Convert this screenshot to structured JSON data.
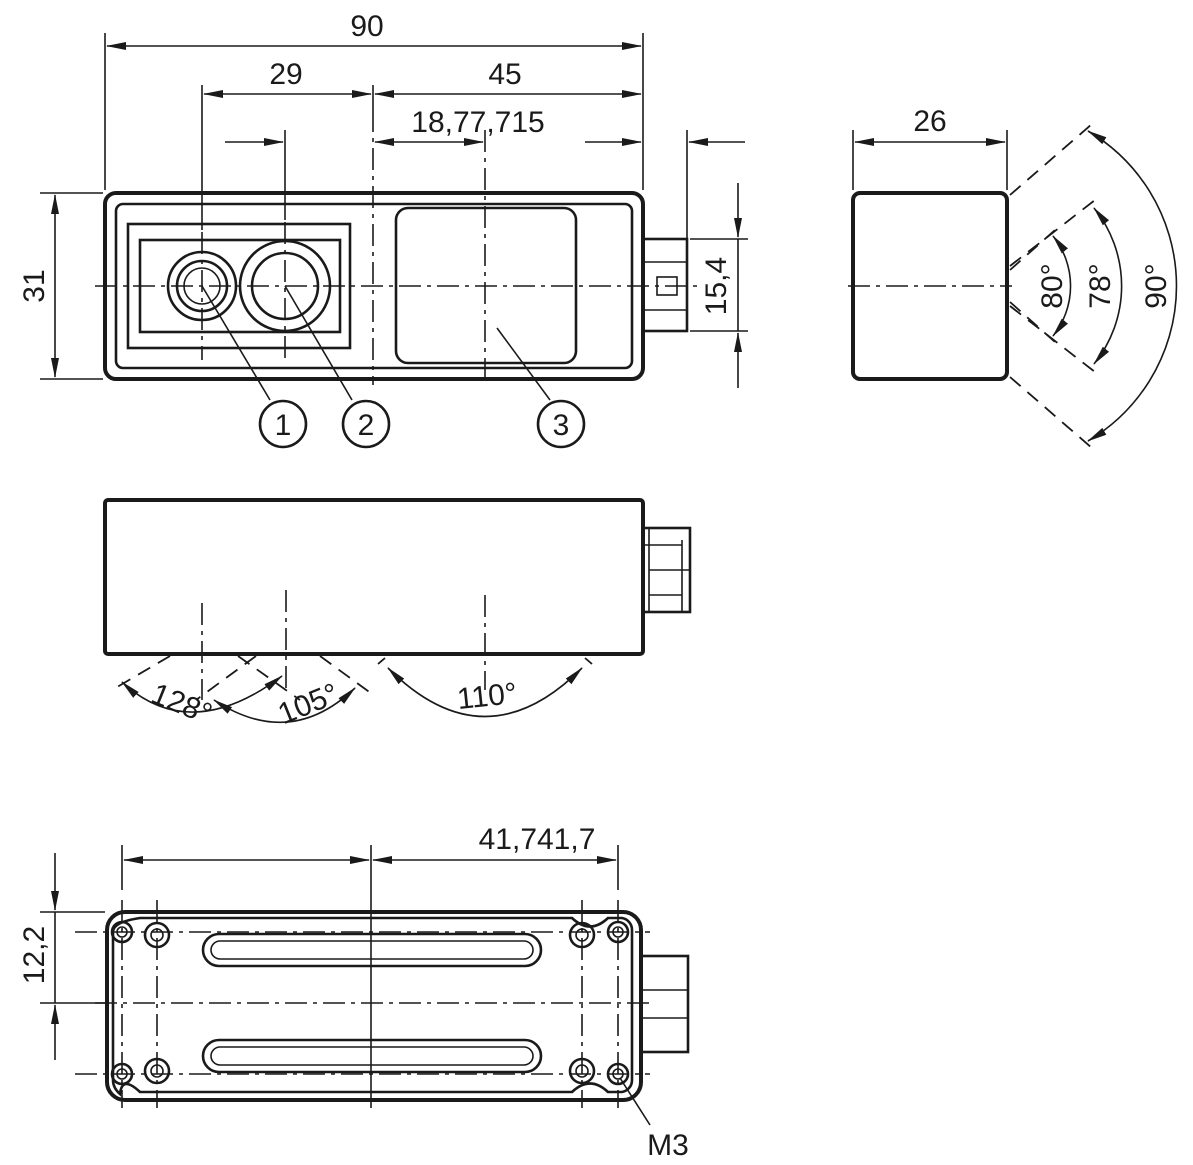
{
  "front_view": {
    "dimensions": {
      "overall_length": "90",
      "reference_to_emitter": "29",
      "reference_to_window": "45",
      "offsets": "18,77,715",
      "plug_offset": "15,4",
      "height": "31"
    },
    "callouts": [
      "1",
      "2",
      "3"
    ]
  },
  "side_view": {
    "width": "26",
    "angles": [
      "80°",
      "78°",
      "90°"
    ]
  },
  "top_view": {
    "angles": [
      "128°",
      "105°",
      "110°"
    ]
  },
  "bottom_view": {
    "hole_spacing": "41,741,7",
    "hole_offset": "12,2",
    "thread_label": "M3"
  }
}
